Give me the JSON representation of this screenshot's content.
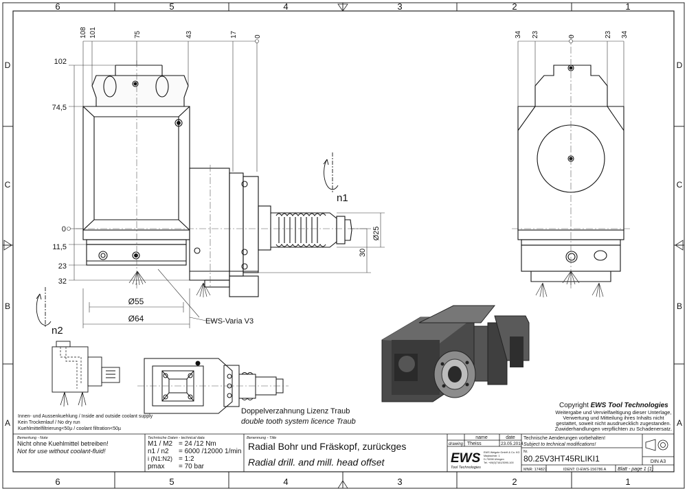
{
  "frame": {
    "columns_top": [
      "6",
      "5",
      "4",
      "3",
      "2",
      "1"
    ],
    "columns_bottom": [
      "6",
      "5",
      "4",
      "3",
      "2",
      "1"
    ],
    "rows": [
      "D",
      "C",
      "B",
      "A"
    ]
  },
  "side_view": {
    "top_dims": [
      "108",
      "101",
      "75",
      "43",
      "17",
      "0"
    ],
    "left_dims": [
      "102",
      "74,5",
      "0",
      "11,5",
      "23",
      "32"
    ],
    "dia_25": "Ø25",
    "dim_30": "30",
    "dia_55": "Ø55",
    "dia_64": "Ø64",
    "n1": "n1",
    "n2": "n2",
    "callout": "EWS-Varia V3"
  },
  "front_view": {
    "top_dims": [
      "34",
      "23",
      "0",
      "23",
      "34"
    ]
  },
  "notes": {
    "coolant_1": "Innen- und Aussenkuehlung / Inside and outside coolant supply",
    "coolant_2": "Kein Trockenlauf / No dry run",
    "coolant_3": "Kuehlmittelfiltrierung<50µ / coolant filtration<50µ",
    "tooth_de": "Doppelverzahnung Lizenz Traub",
    "tooth_en": "double tooth system licence Traub"
  },
  "copyright": {
    "title_prefix": "Copyright ",
    "title_brand": "EWS Tool Technologies",
    "lines": [
      "Weitergabe und Vervielfaeltigung dieser Unterlage,",
      "Verwertung und Mitteilung ihres Inhalts nicht",
      "gestattet, soweit nicht ausdruecklich zugestanden.",
      "Zuwiderhandlungen verpflichten zu Schadenersatz."
    ]
  },
  "title_block": {
    "remark_label": "Bemerkung - Note",
    "remark_de": "Nicht ohne Kuehlmittel betreiben!",
    "remark_en": "Not for use without coolant-fluid!",
    "tech_label": "Technische Daten - technical data",
    "tech_rows": [
      {
        "label": "M1 / M2",
        "value": "= 24  /12  Nm"
      },
      {
        "label": "n1 / n2",
        "value": "= 6000 /12000 1/min"
      },
      {
        "label": "i  (N1:N2)",
        "value": "= 1:2"
      },
      {
        "label": "pmax",
        "value": "= 70  bar"
      }
    ],
    "designation_label": "Benennung - Title",
    "designation_de": "Radial Bohr und Fräskopf, zurückges",
    "designation_en": "Radial drill. and mill. head offset",
    "col_name": "name",
    "col_date": "date",
    "drawing_label": "drawing",
    "drawn_by": "Theiss",
    "drawn_date": "23.05.2014",
    "logo": "EWS",
    "logo_sub": "Tool Technologies",
    "company_lines": [
      "EWS Weigele GmbH & Co. KG",
      "Maybachstr. 1",
      "D-73098 Uhingen",
      "Tel. +49(0)7161/3090-100"
    ],
    "changes_de": "Technische Aenderungen vorbehalten!",
    "changes_en": "Subject to technical modifications!",
    "nr_label": "Nr.",
    "nr": "80.25V3HT45RLIKI1",
    "mnr": "MNR: 174827",
    "ident": "IDENT: D-EWS-156786 A",
    "sheet": "Blatt - page 1 (1)",
    "format": "DIN A3"
  }
}
